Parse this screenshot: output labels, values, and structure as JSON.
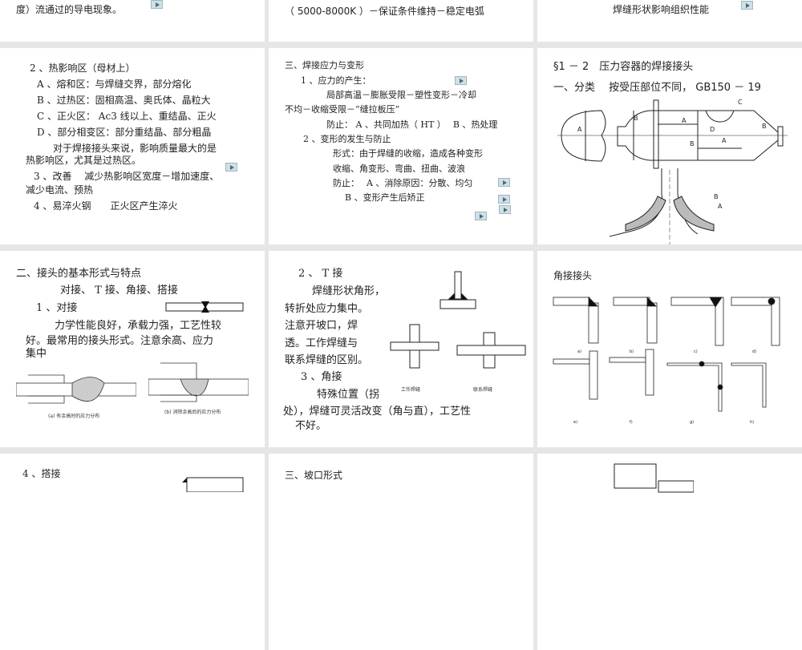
{
  "slides": [
    {
      "lines": [
        "度）流通过的导电现象。"
      ]
    },
    {
      "lines": [
        "（ 5000-8000K ）－保证条件维持－稳定电弧"
      ]
    },
    {
      "lines": [
        "焊缝形状影响组织性能"
      ]
    },
    {
      "lines": [
        "2 、热影响区（母材上）",
        "A 、熔和区：与焊缝交界，部分熔化",
        "B 、过热区：固相高温、奥氏体、晶粒大",
        "C 、正火区： Ac3 线以上、重结晶、正火",
        "D 、部分相变区：部分重结晶、部分粗晶",
        "对于焊接接头来说，影响质量最大的是",
        "热影响区，尤其是过热区。",
        "3 、改善　 减少热影响区宽度－增加速度、",
        "减少电流、预热",
        "4 、易淬火钢　　正火区产生淬火"
      ]
    },
    {
      "lines": [
        "三、焊接应力与变形",
        "1 、应力的产生：",
        "局部高温－膨胀受限－塑性变形－冷却",
        "不均－收缩受限－“缝拉板压”",
        "防止： A 、共同加热（ HT ）　 B 、热处理",
        "2 、变形的发生与防止",
        "形式：由于焊缝的收缩，造成各种变形",
        "收缩、角变形、弯曲、扭曲、波浪",
        "防止：　 A 、消除原因：分散、均匀",
        "B 、变形产生后矫正"
      ]
    },
    {
      "lines": [
        "§1 － 2　压力容器的焊接接头",
        "一、分类　 按受压部位不同， GB150 － 19"
      ],
      "labels": [
        "A",
        "B",
        "C",
        "D"
      ]
    },
    {
      "lines": [
        "二、接头的基本形式与特点",
        "对接、 T 接、角接、搭接",
        "1 、对接",
        "力学性能良好，承载力强，工艺性较",
        "好。最常用的接头形式。注意余高、应力",
        "集中"
      ],
      "captions": [
        "(a) 有余高时的应力分布",
        "(b) 消除余高后的应力分布"
      ]
    },
    {
      "lines": [
        "2 、 T 接",
        "焊缝形状角形，",
        "转折处应力集中。",
        "注意开坡口，焊",
        "透。工作焊缝与",
        "联系焊缝的区别。",
        "3 、角接",
        "特殊位置（拐",
        "处），焊缝可灵活改变（角与直），工艺性",
        "不好。"
      ],
      "captions": [
        "工作焊缝",
        "联系焊缝"
      ]
    },
    {
      "lines": [
        "角接接头"
      ],
      "captions": [
        "a)",
        "b)",
        "c)",
        "d)",
        "e)",
        "f)",
        "g)",
        "h)"
      ]
    },
    {
      "lines": [
        "4 、搭接"
      ]
    },
    {
      "lines": [
        "三、坡口形式"
      ]
    },
    {
      "lines": []
    }
  ],
  "colors": {
    "background": "#e6e6e6",
    "slide": "#ffffff",
    "play_button": "#cfe0e6"
  }
}
